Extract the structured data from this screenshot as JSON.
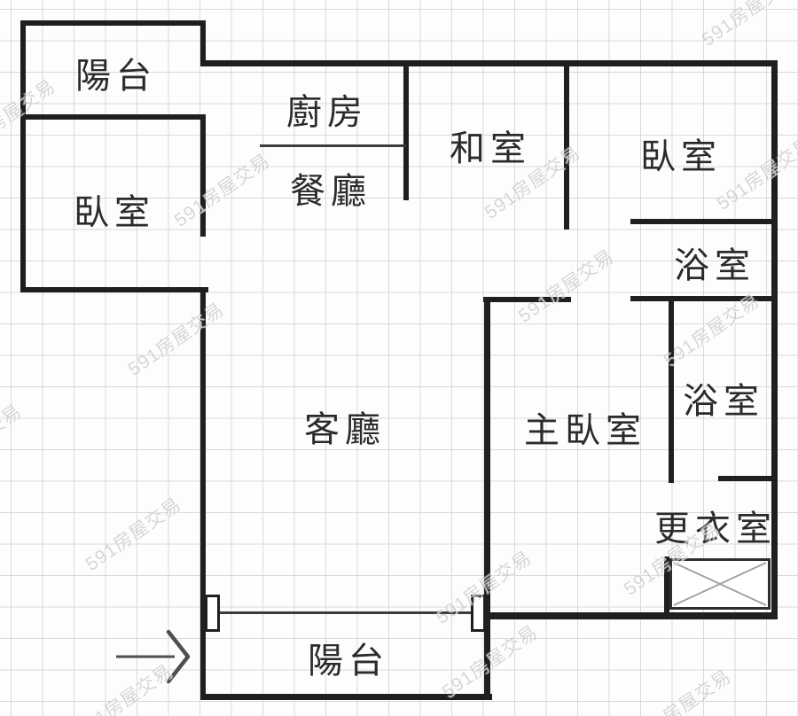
{
  "plan": {
    "watermark_text": "591房屋交易",
    "rooms": [
      {
        "id": "balcony-top",
        "label": "陽台"
      },
      {
        "id": "bedroom-left",
        "label": "臥室"
      },
      {
        "id": "kitchen",
        "label": "廚房"
      },
      {
        "id": "dining",
        "label": "餐廳"
      },
      {
        "id": "tatami-room",
        "label": "和室"
      },
      {
        "id": "bedroom-right",
        "label": "臥室"
      },
      {
        "id": "bath-top",
        "label": "浴室"
      },
      {
        "id": "living-room",
        "label": "客廳"
      },
      {
        "id": "master-bedroom",
        "label": "主臥室"
      },
      {
        "id": "bath-master",
        "label": "浴室"
      },
      {
        "id": "walkin-closet",
        "label": "更衣室"
      },
      {
        "id": "balcony-bottom",
        "label": "陽台"
      }
    ],
    "colors": {
      "wall": "#1f1f1f",
      "grid": "#d9d9d9",
      "label_text": "#2b2b2b",
      "watermark": "#9b9b9b",
      "arrow": "#4f4f4f",
      "cross_marker": "#a3a3a3"
    }
  }
}
